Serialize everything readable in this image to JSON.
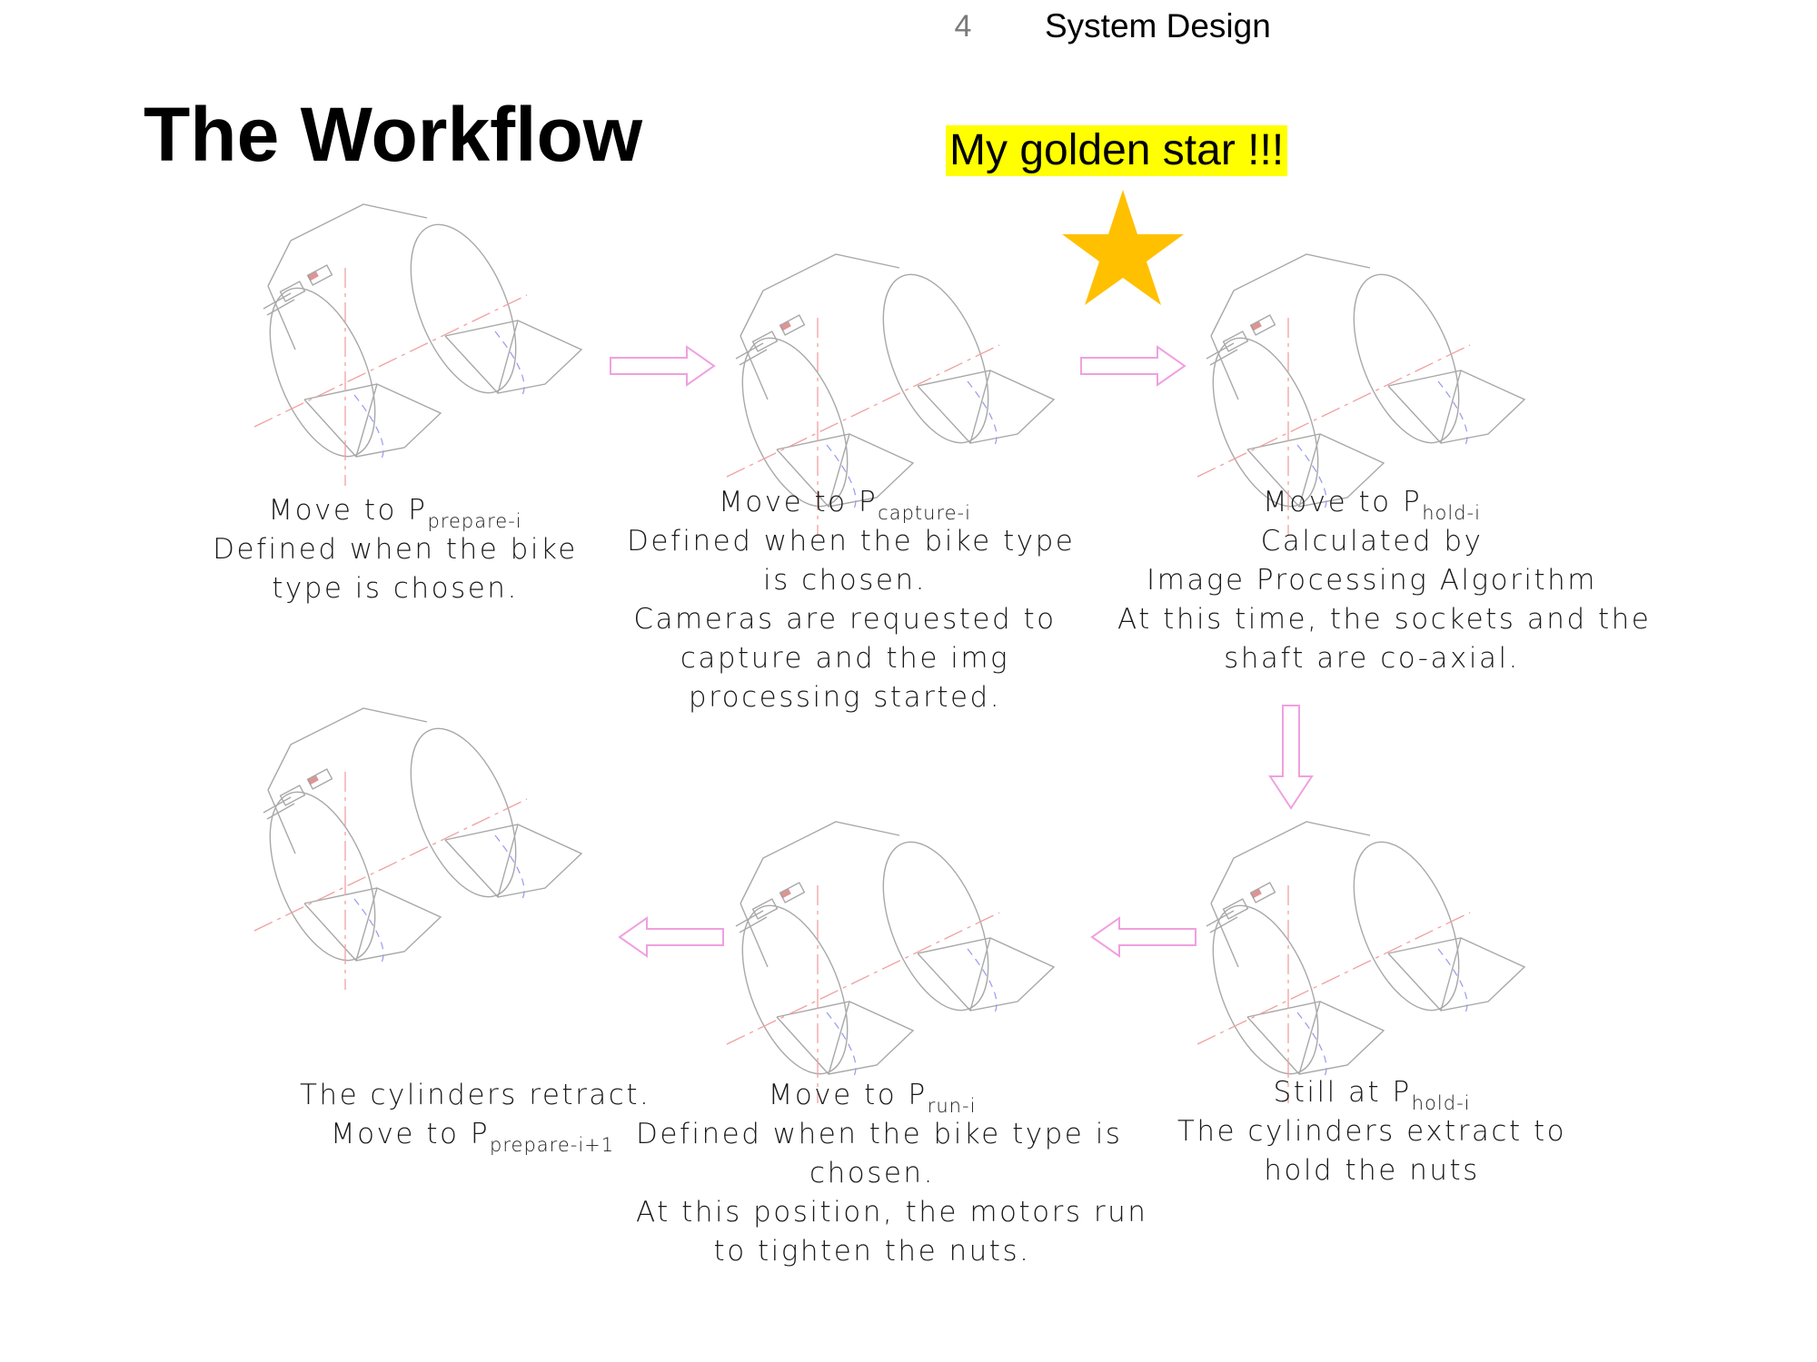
{
  "header": {
    "section_number": "4",
    "section_title": "System Design"
  },
  "slide": {
    "title": "The Workflow"
  },
  "callout": {
    "text": "My golden star !!!",
    "highlight_color": "#ffff00",
    "star_color": "#ffc000",
    "icon": "star-icon"
  },
  "colors": {
    "flow_arrow": "#f0a0e0",
    "drawing_line": "#a8a8a8",
    "axis_line": "#f0a0a0",
    "cylinder_accent": "#c04040",
    "path_line": "#9999ee"
  },
  "steps": [
    {
      "lead": "Move to P",
      "sub": "prepare-i",
      "lines": [
        "Defined when the bike",
        "type is chosen."
      ]
    },
    {
      "lead": "Move to P",
      "sub": "capture-i",
      "lines": [
        "Defined when the bike type",
        "is chosen.",
        "Cameras are requested to",
        "capture and the img",
        "processing started."
      ]
    },
    {
      "lead": "Move to P",
      "sub": "hold-i",
      "lines": [
        "Calculated by",
        "Image Processing Algorithm",
        "At this time, the sockets and the",
        "shaft are co-axial."
      ]
    },
    {
      "lead": "Still at P",
      "sub": "hold-i",
      "lines": [
        "The cylinders extract to",
        "hold the nuts"
      ]
    },
    {
      "lead": "Move to P",
      "sub": "run-i",
      "lines": [
        "Defined when the bike type is",
        "chosen.",
        "At this position, the motors run",
        "to tighten the nuts."
      ]
    },
    {
      "pre": "The cylinders retract.",
      "lead": "Move to P",
      "sub": "prepare-i+1",
      "lines": []
    }
  ]
}
